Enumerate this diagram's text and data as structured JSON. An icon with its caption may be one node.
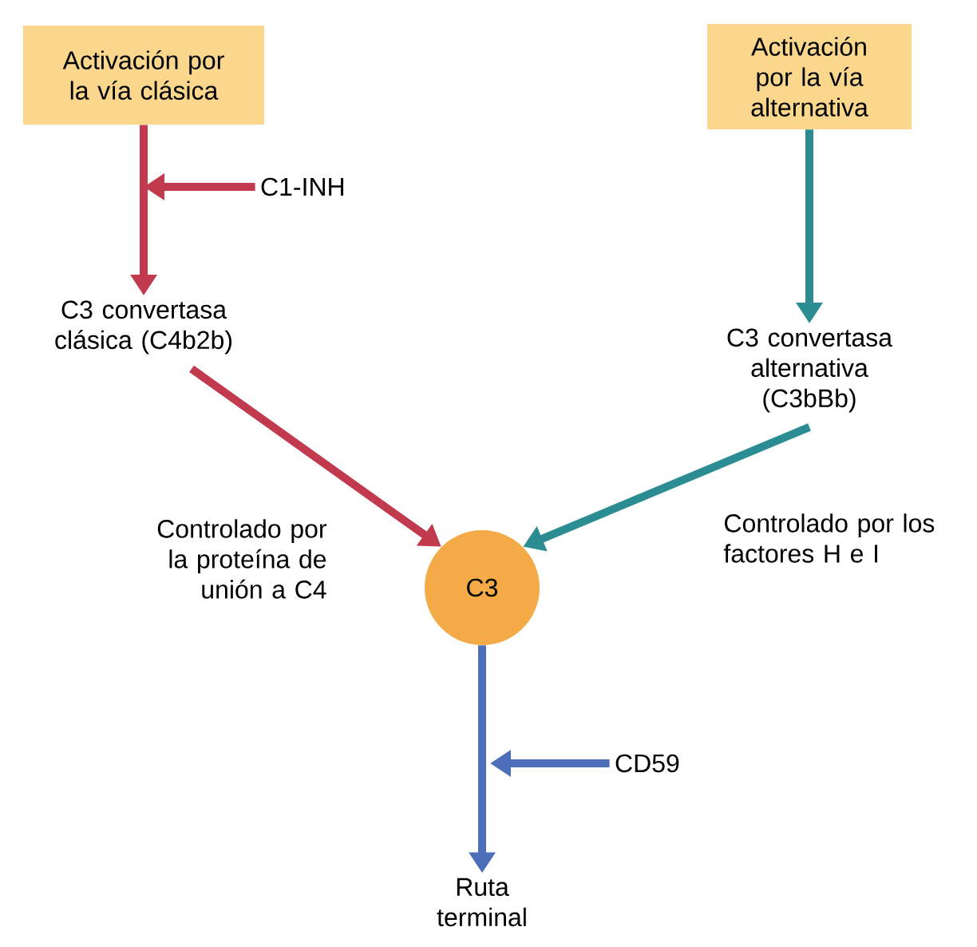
{
  "diagram": {
    "nodes": [
      {
        "text": [
          "Activación por la vía clásica"
        ]
      },
      {
        "text": [
          "Activación por la vía alternativa"
        ]
      },
      {
        "text": [
          "C1-INH"
        ]
      },
      {
        "text": [
          "C3 convertasa clásica (C4b2b)"
        ]
      },
      {
        "text": [
          "C3 convertasa alternativa (C3bBb)"
        ]
      },
      {
        "text": [
          "C3"
        ]
      },
      {
        "text": [
          "CD59"
        ]
      },
      {
        "text": [
          "Ruta terminal"
        ]
      }
    ],
    "edges": [
      {
        "from": 0,
        "to": 3,
        "arrow": "to",
        "color": "#c23a4e"
      },
      {
        "from": 2,
        "to": null,
        "arrow": "to",
        "color": "#c23a4e"
      },
      {
        "from": 1,
        "to": 4,
        "arrow": "to",
        "color": "#2b8c92"
      },
      {
        "from": 3,
        "to": 5,
        "arrow": "to",
        "color": "#c23a4e"
      },
      {
        "from": 4,
        "to": 5,
        "arrow": "to",
        "color": "#2b8c92"
      },
      {
        "from": 5,
        "to": 7,
        "arrow": "to",
        "color": "#4d6fba"
      },
      {
        "from": 6,
        "to": null,
        "arrow": "to",
        "color": "#4d6fba"
      }
    ],
    "labels": [
      "Controlado por la proteína de unión a C4",
      "Controlado por los factores H e I"
    ]
  }
}
